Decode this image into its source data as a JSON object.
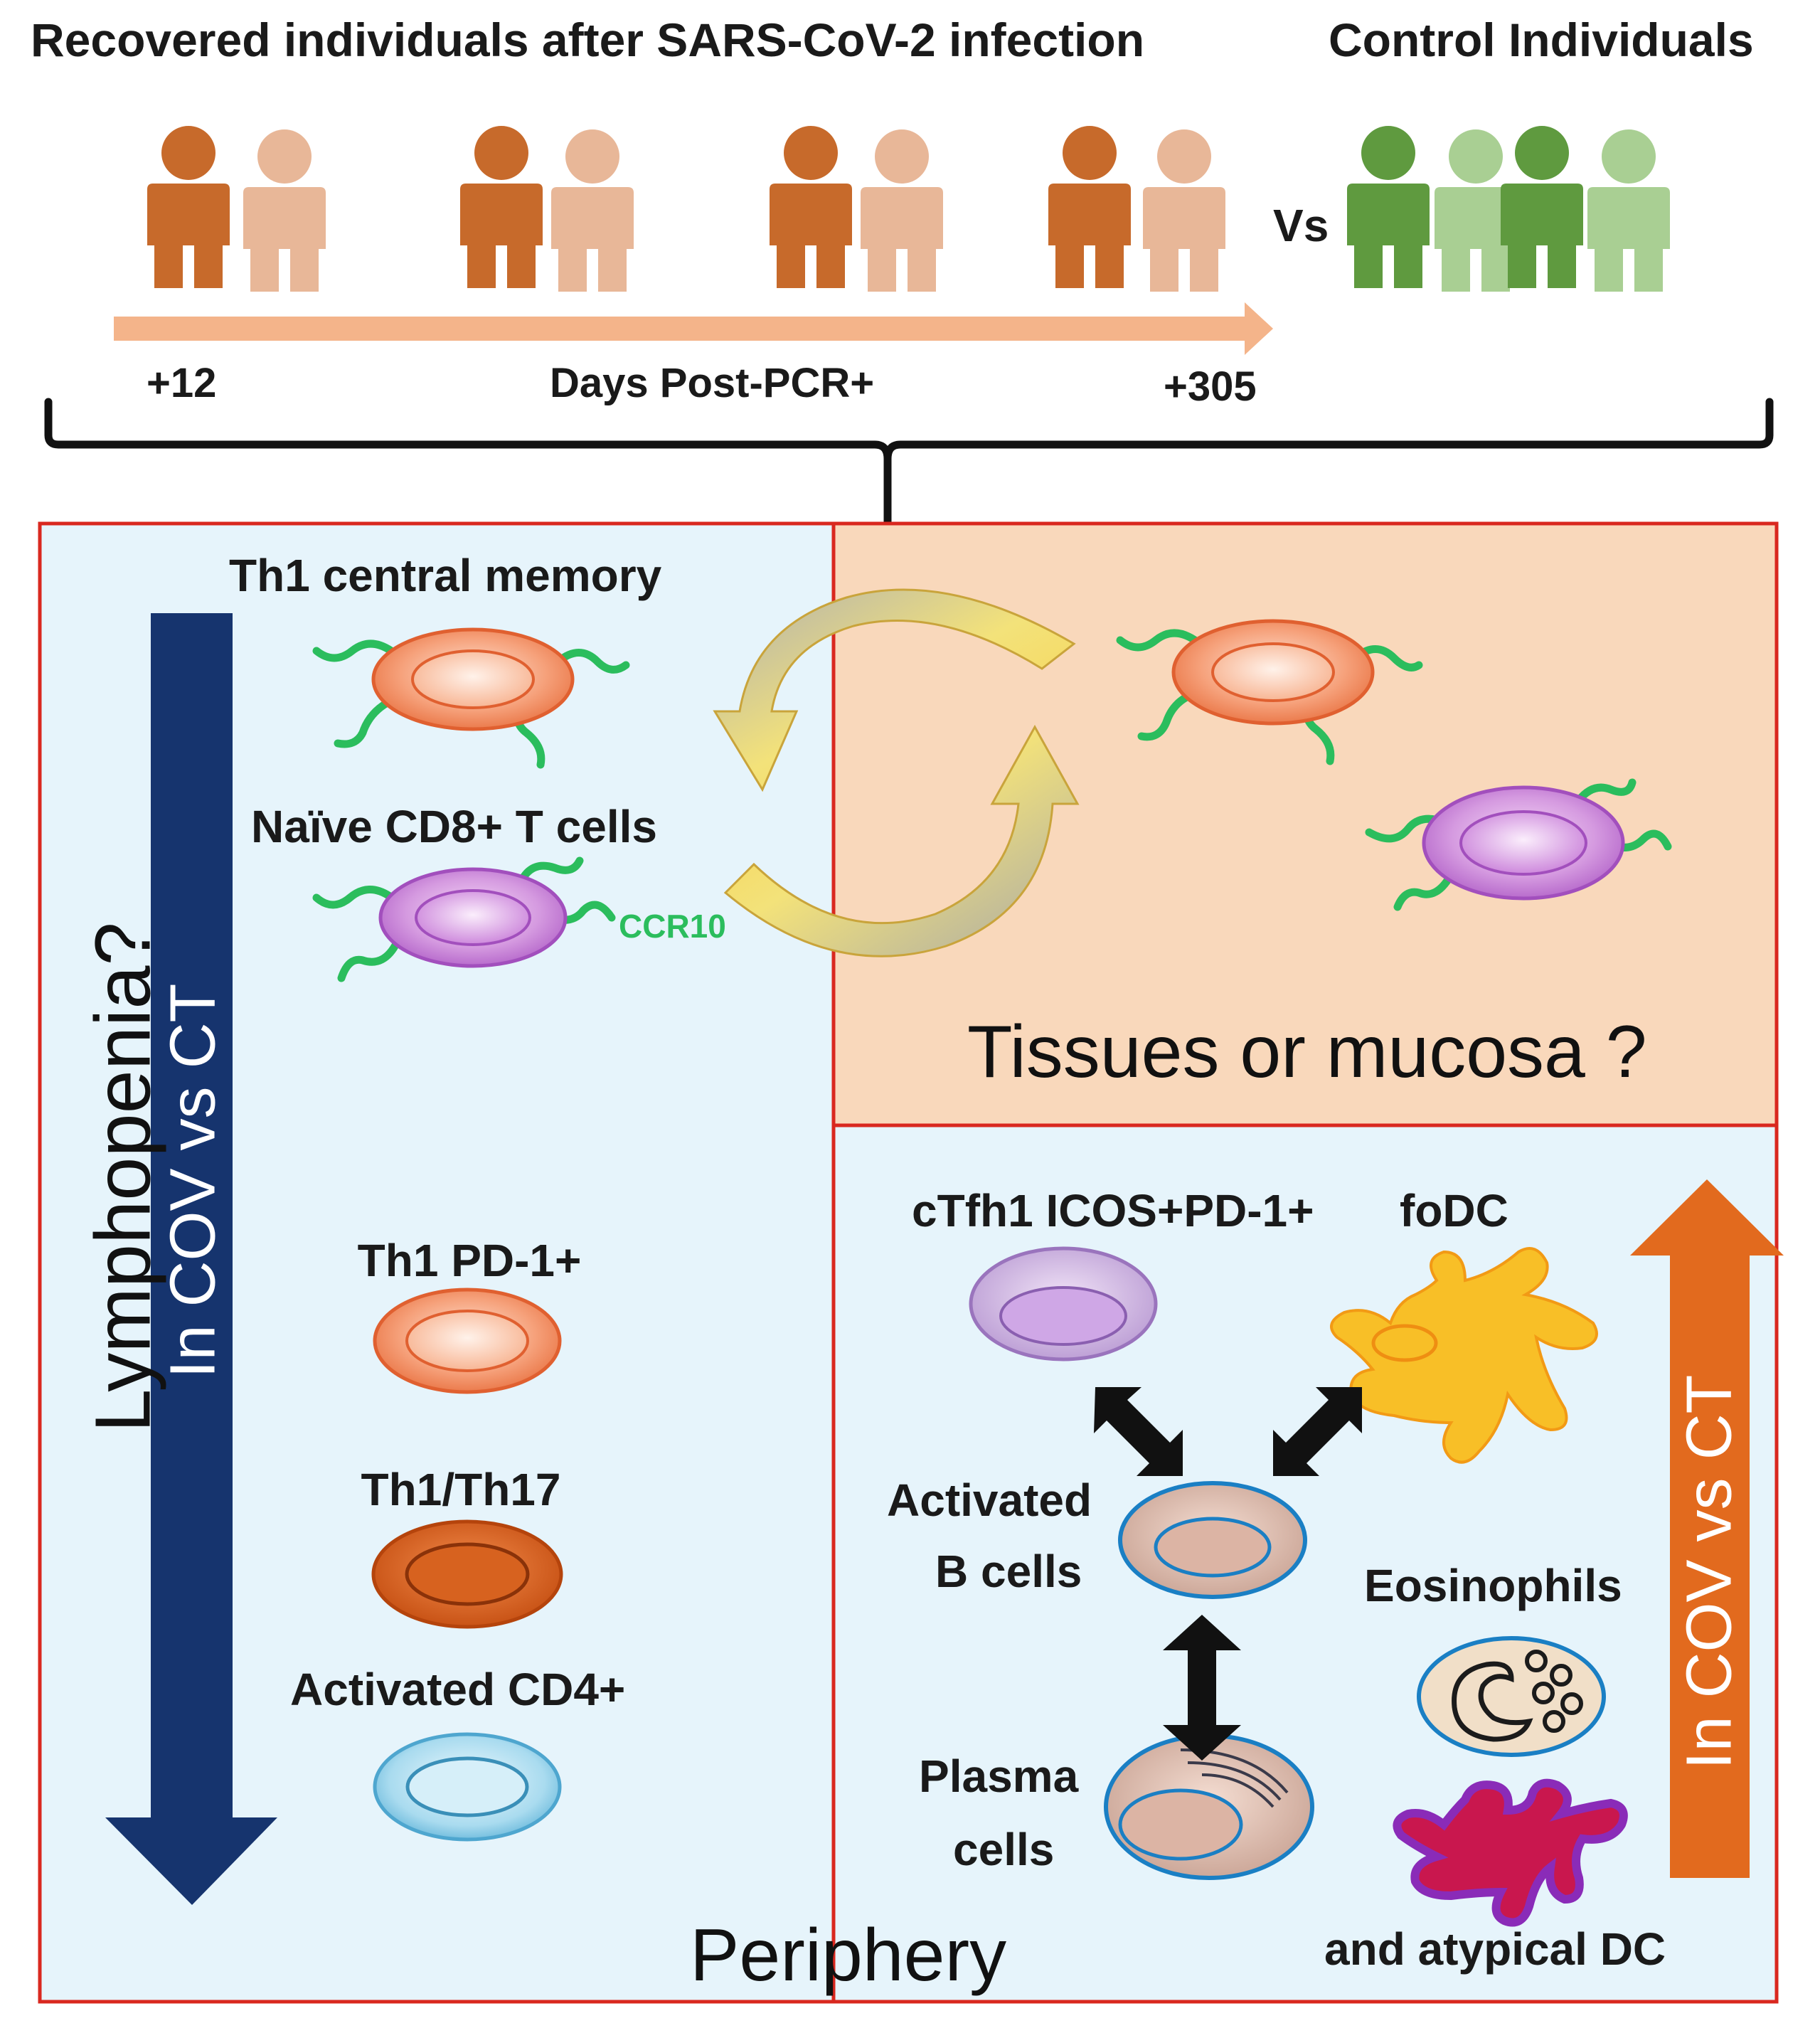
{
  "header": {
    "recovered_title": "Recovered individuals after SARS-CoV-2 infection",
    "control_title": "Control Individuals",
    "vs_label": "Vs"
  },
  "timeline": {
    "start_label": "+12",
    "axis_label": "Days Post-PCR+",
    "end_label": "+305"
  },
  "left_panel": {
    "vertical_label_outer": "Lymphopenia?",
    "vertical_label_inner": "In COV vs CT",
    "cells": {
      "th1_central_memory": "Th1 central memory",
      "naive_cd8": "Naïve CD8+ T cells",
      "ccr10": "CCR10",
      "th1_pd1": "Th1 PD-1+",
      "th1_th17": "Th1/Th17",
      "activated_cd4": "Activated CD4+"
    }
  },
  "tissue_panel": {
    "label": "Tissues or mucosa ?"
  },
  "periphery_panel": {
    "label": "Periphery",
    "vertical_label": "In COV vs CT",
    "cells": {
      "ctfh1": "cTfh1 ICOS+PD-1+",
      "fodc": "foDC",
      "activated_b_line1": "Activated",
      "activated_b_line2": "B cells",
      "plasma_line1": "Plasma",
      "plasma_line2": "cells",
      "eosinophils": "Eosinophils",
      "atypical_dc": "and atypical DC"
    }
  },
  "colors": {
    "recovered_dark": "#c76a2b",
    "recovered_light": "#e8b798",
    "control_dark": "#5f9a3f",
    "control_light": "#a9cf93",
    "panel_blue": "#e6f4fb",
    "panel_peach": "#f9d8bb",
    "panel_border": "#d9281f",
    "down_arrow": "#16346e",
    "up_arrow": "#e26a1e"
  }
}
